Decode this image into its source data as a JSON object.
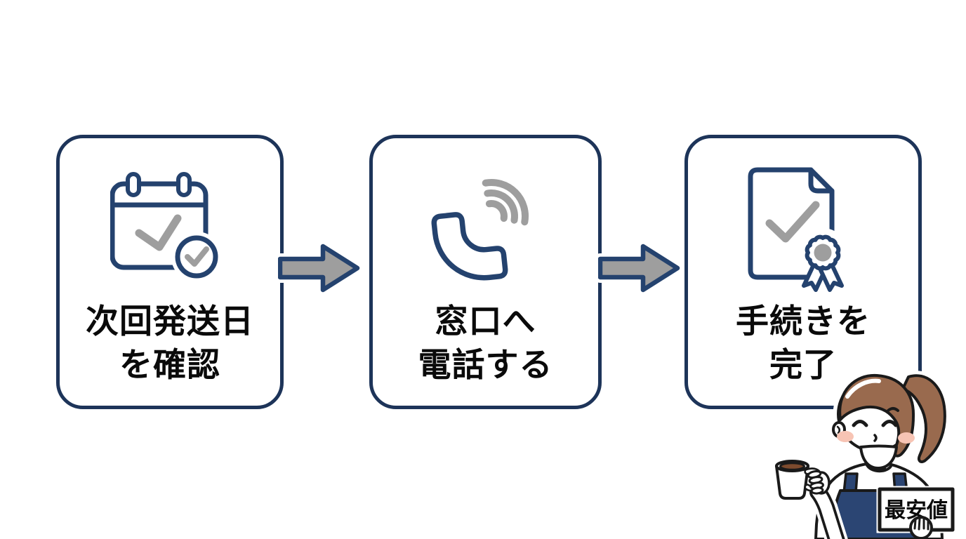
{
  "steps": [
    {
      "icon": "calendar-check-icon",
      "label_line1": "次回発送日",
      "label_line2": "を確認"
    },
    {
      "icon": "phone-call-icon",
      "label_line1": "窓口へ",
      "label_line2": "電話する"
    },
    {
      "icon": "document-award-icon",
      "label_line1": "手続きを",
      "label_line2": "完了"
    }
  ],
  "illustration": {
    "sign_text": "最安値"
  },
  "colors": {
    "background": "#ffffff",
    "navy": "#1d3459",
    "icon-navy": "#24426e",
    "gray": "#9e9e9e",
    "text-black": "#0a0a0a",
    "outline-black": "#1a1a1a",
    "apron-navy": "#2b4573",
    "hair-brown": "#996a4e",
    "coffee-brown": "#7d4b2e",
    "cheek-pink": "#f7c4b4"
  }
}
